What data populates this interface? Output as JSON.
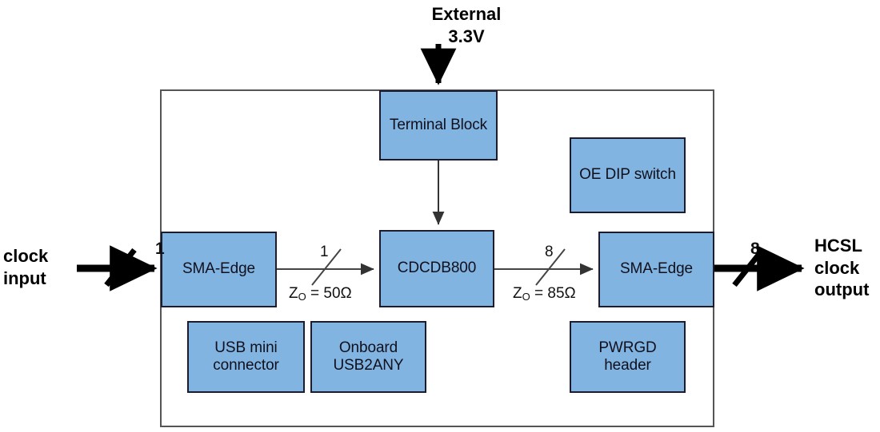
{
  "diagram": {
    "title_external_supply": "External\n3.3V",
    "external_supply_lines": [
      "External",
      "3.3V"
    ],
    "input_label_lines": [
      "clock",
      "input"
    ],
    "output_label_lines": [
      "HCSL",
      "clock",
      "output"
    ],
    "boundary_name": "EVM board boundary",
    "colors": {
      "block_fill": "#82b4e2",
      "block_border": "#1c1c2e",
      "boundary_border": "#555555",
      "bold_signal": "#000000",
      "thin_signal": "#444444",
      "text": "#10101c"
    },
    "blocks": [
      {
        "id": "terminal-block",
        "label": "Terminal Block",
        "lines": [
          "Terminal Block"
        ]
      },
      {
        "id": "oe-dip-switch",
        "label": "OE DIP switch",
        "lines": [
          "OE DIP switch"
        ]
      },
      {
        "id": "sma-edge-input",
        "label": "SMA-Edge",
        "lines": [
          "SMA-Edge"
        ]
      },
      {
        "id": "cdcdb800",
        "label": "CDCDB800",
        "lines": [
          "CDCDB800"
        ]
      },
      {
        "id": "sma-edge-output",
        "label": "SMA-Edge",
        "lines": [
          "SMA-Edge"
        ]
      },
      {
        "id": "usb-mini-connector",
        "label": "USB mini connector",
        "lines": [
          "USB mini",
          "connector"
        ]
      },
      {
        "id": "onboard-usb2any",
        "label": "Onboard USB2ANY",
        "lines": [
          "Onboard",
          "USB2ANY"
        ]
      },
      {
        "id": "pwrgd-header",
        "label": "PWRGD header",
        "lines": [
          "PWRGD",
          "header"
        ]
      }
    ],
    "signals": {
      "input_bus_width": "1",
      "input_to_sma_width": "1",
      "sma_to_cdcdb800_width": "1",
      "sma_to_cdcdb800_impedance_z": "Z",
      "sma_to_cdcdb800_impedance_sub": "O",
      "sma_to_cdcdb800_impedance_value": " = 50Ω",
      "cdcdb800_to_sma_width": "8",
      "cdcdb800_to_sma_impedance_z": "Z",
      "cdcdb800_to_sma_impedance_sub": "O",
      "cdcdb800_to_sma_impedance_value": " = 85Ω",
      "output_bus_width": "8"
    }
  }
}
